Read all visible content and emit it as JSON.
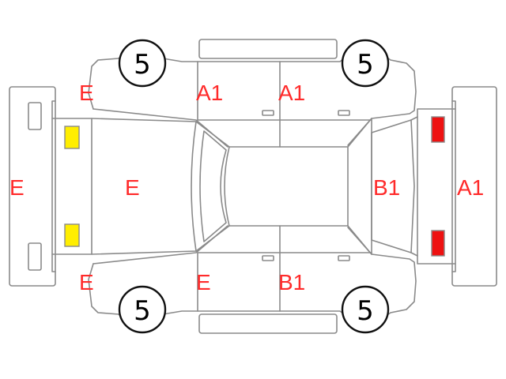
{
  "colors": {
    "outline": "#8a8a8a",
    "grade_text": "#ff2a2a",
    "front_light": "#ffee00",
    "rear_light": "#ee1111",
    "tire_text": "#000000"
  },
  "tires": {
    "front_left": "5",
    "rear_left": "5",
    "front_right": "5",
    "rear_right": "5"
  },
  "grades": {
    "front_bumper": "E",
    "front_left_fender": "E",
    "front_left_door": "A1",
    "rear_left_door": "A1",
    "hood": "E",
    "front_right_fender": "E",
    "front_right_door": "E",
    "rear_right_door": "B1",
    "trunk_lid": "B1",
    "rear_bumper": "A1"
  }
}
